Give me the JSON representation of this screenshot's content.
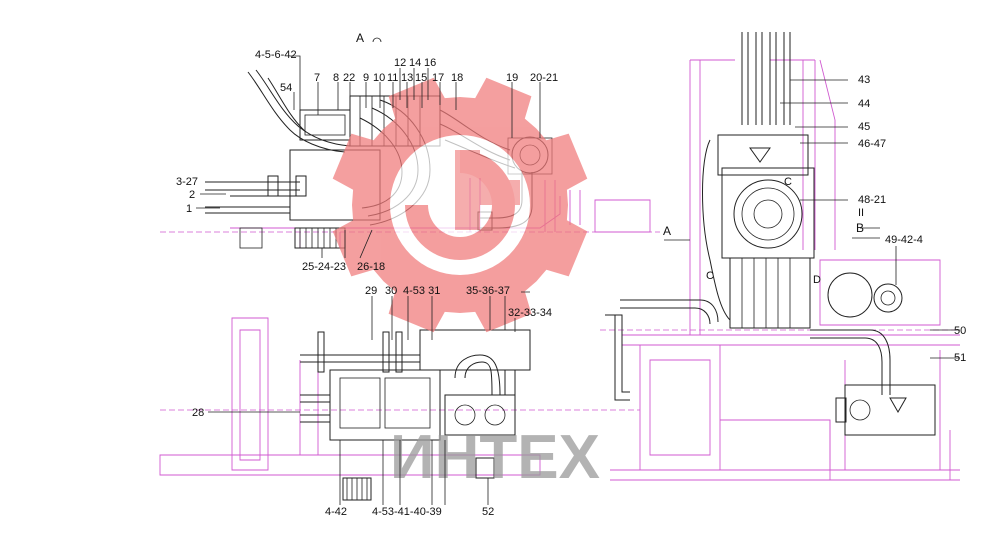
{
  "labels": {
    "view_a_top": "A",
    "l_4_5_6_42": "4-5-6-42",
    "l_54": "54",
    "l_7": "7",
    "l_8": "8",
    "l_22": "22",
    "l_9": "9",
    "l_10": "10",
    "l_11": "11",
    "l_13": "13",
    "l_15": "15",
    "l_12": "12",
    "l_14": "14",
    "l_16": "16",
    "l_17": "17",
    "l_18": "18",
    "l_19": "19",
    "l_20_21": "20-21",
    "l_3_27": "3-27",
    "l_2": "2",
    "l_1": "1",
    "l_25_24_23": "25-24-23",
    "l_26_18": "26-18",
    "l_29": "29",
    "l_30": "30",
    "l_4_53_31": "4-53 31",
    "l_35_36_37": "35-36-37",
    "l_32_33_34": "32-33-34",
    "l_28": "28",
    "l_4_42": "4-42",
    "l_4_53_41_40_39": "4-53-41-40-39",
    "l_52": "52",
    "l_43": "43",
    "l_44": "44",
    "l_45": "45",
    "l_46_47": "46-47",
    "l_c_top": "C",
    "l_48_21": "48-21",
    "l_ii": "II",
    "l_a_right": "A",
    "l_b": "B",
    "l_49_42_4": "49-42-4",
    "l_c_mid": "C",
    "l_d": "D",
    "l_50": "50",
    "l_51": "51"
  },
  "watermark": {
    "text": "ИНТЕХ",
    "color": "#f07a7a"
  },
  "colors": {
    "frame": "#d05ad0",
    "line": "#222222",
    "watermark": "#f07a7a"
  }
}
